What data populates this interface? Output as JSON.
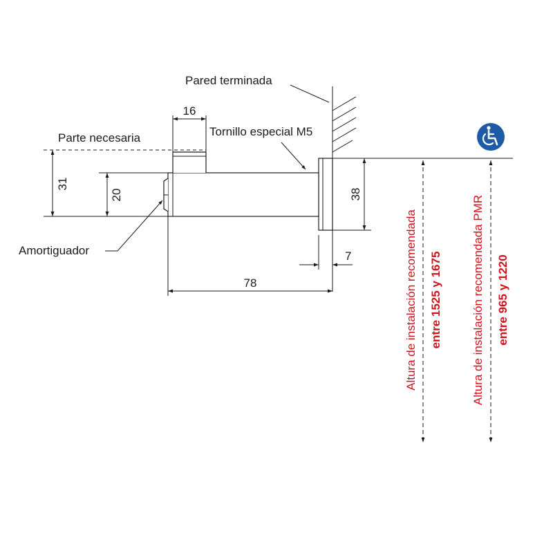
{
  "labels": {
    "wall": "Pared terminada",
    "necessary_part": "Parte necesaria",
    "screw": "Tornillo especial M5",
    "damper": "Amortiguador"
  },
  "dimensions": {
    "pin_width": "16",
    "height_31": "31",
    "height_20": "20",
    "plate_height": "38",
    "plate_thickness": "7",
    "total_length": "78"
  },
  "installation": {
    "standard_line1": "Altura de instalación recomendada",
    "standard_line2": "entre 1525 y 1675",
    "pmr_line1": "Altura de instalación recomendada PMR",
    "pmr_line2": "entre 965 y 1220"
  },
  "icons": {
    "accessibility": "wheelchair-icon"
  },
  "colors": {
    "accent_red": "#d0121b",
    "badge_blue": "#1f5aa6",
    "line": "#1a1a1a"
  }
}
